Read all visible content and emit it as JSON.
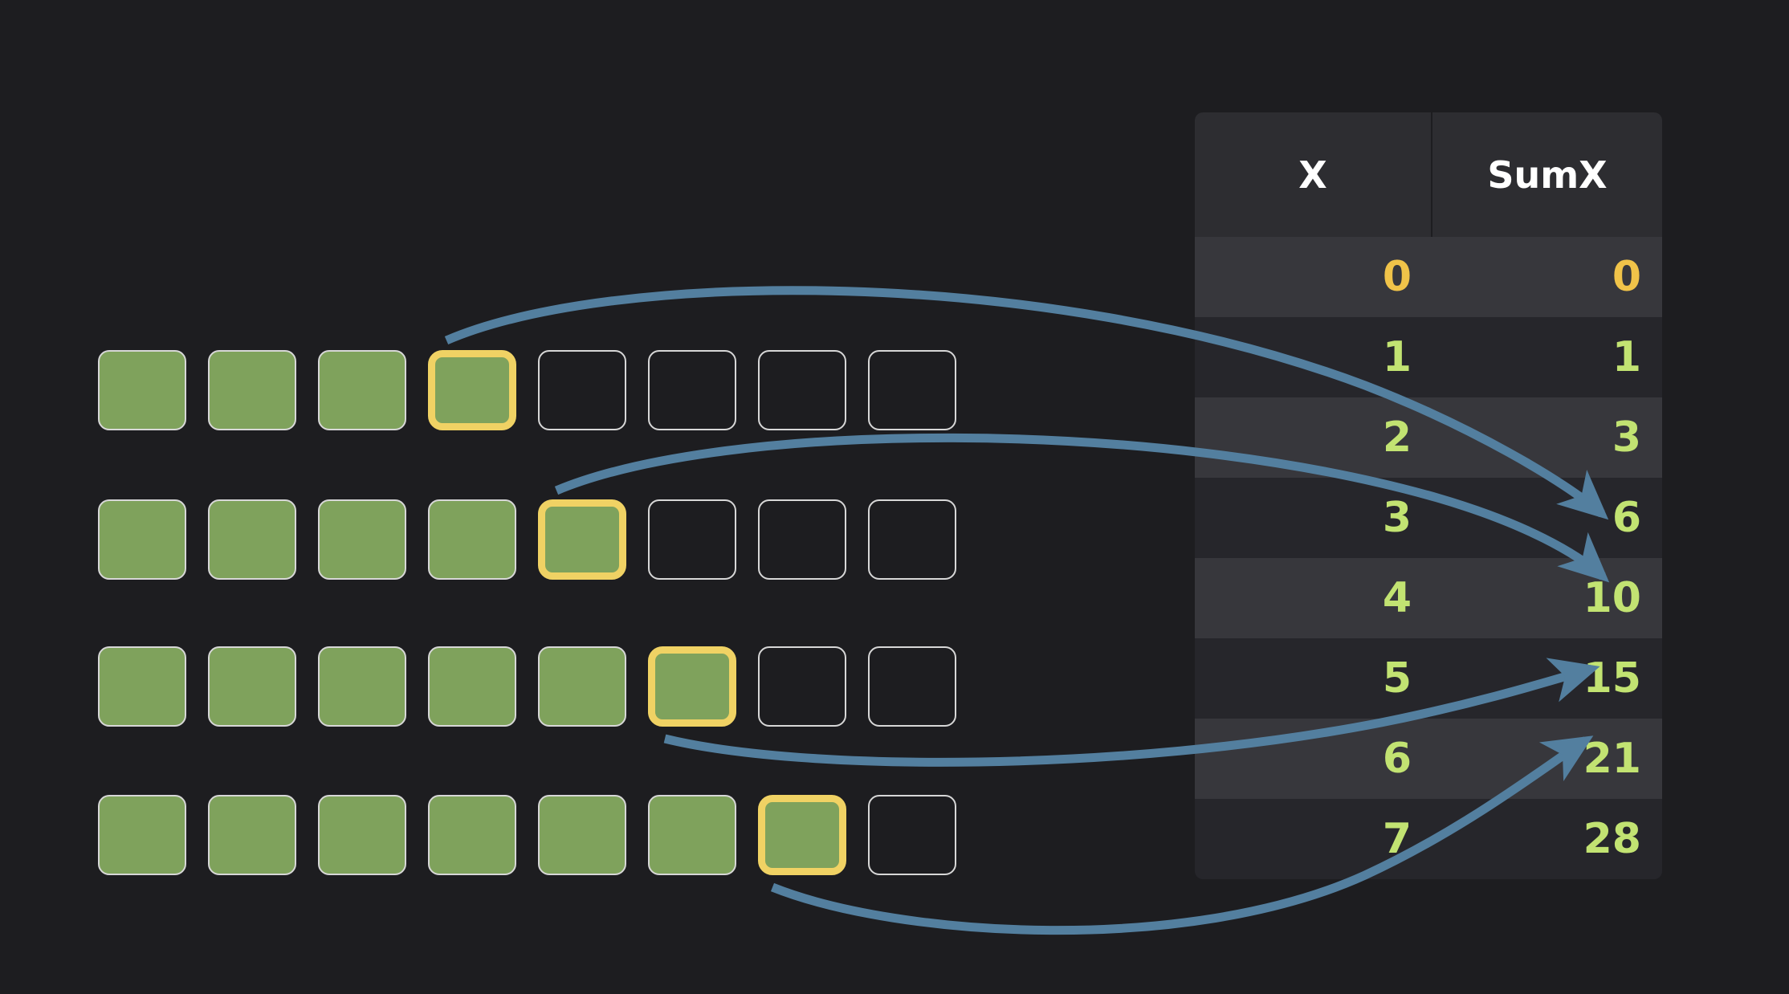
{
  "background_color": "#1d1d20",
  "palette": {
    "cell_fill": "#7fa25c",
    "cell_border": "#d7d7d7",
    "cell_highlight_border": "#f0d264",
    "arrow": "#537f9f",
    "value_green": "#c2e372",
    "value_gold": "#f0c349",
    "table_header_bg": "#2d2d31",
    "row_even_bg": "#37373c",
    "row_odd_bg": "#26262b"
  },
  "grid": {
    "columns": 8,
    "rows": [
      {
        "index": 0,
        "filled": 4,
        "current_index": 3
      },
      {
        "index": 1,
        "filled": 5,
        "current_index": 4
      },
      {
        "index": 2,
        "filled": 6,
        "current_index": 5
      },
      {
        "index": 3,
        "filled": 7,
        "current_index": 6
      }
    ]
  },
  "table": {
    "headers": [
      "X",
      "SumX"
    ],
    "rows": [
      {
        "x": "0",
        "sumx": "0",
        "style": "gold"
      },
      {
        "x": "1",
        "sumx": "1",
        "style": "green"
      },
      {
        "x": "2",
        "sumx": "3",
        "style": "green"
      },
      {
        "x": "3",
        "sumx": "6",
        "style": "green"
      },
      {
        "x": "4",
        "sumx": "10",
        "style": "green"
      },
      {
        "x": "5",
        "sumx": "15",
        "style": "green"
      },
      {
        "x": "6",
        "sumx": "21",
        "style": "green"
      },
      {
        "x": "7",
        "sumx": "28",
        "style": "green"
      }
    ]
  },
  "arrows": [
    {
      "from_row": 0,
      "from_cell": 3,
      "to_value": "6",
      "label": "row-1-to-sumx-6"
    },
    {
      "from_row": 1,
      "from_cell": 4,
      "to_value": "10",
      "label": "row-2-to-sumx-10"
    },
    {
      "from_row": 2,
      "from_cell": 5,
      "to_value": "15",
      "label": "row-3-to-sumx-15"
    },
    {
      "from_row": 3,
      "from_cell": 6,
      "to_value": "21",
      "label": "row-4-to-sumx-21"
    }
  ],
  "chart_data": {
    "type": "table",
    "title": "",
    "categories": [
      "0",
      "1",
      "2",
      "3",
      "4",
      "5",
      "6",
      "7"
    ],
    "series": [
      {
        "name": "X",
        "values": [
          0,
          1,
          2,
          3,
          4,
          5,
          6,
          7
        ]
      },
      {
        "name": "SumX",
        "values": [
          0,
          1,
          3,
          6,
          10,
          15,
          21,
          28
        ]
      }
    ],
    "bar_rows": [
      {
        "row": 1,
        "total_slots": 8,
        "filled": 4,
        "highlight_slot": 3
      },
      {
        "row": 2,
        "total_slots": 8,
        "filled": 5,
        "highlight_slot": 4
      },
      {
        "row": 3,
        "total_slots": 8,
        "filled": 6,
        "highlight_slot": 5
      },
      {
        "row": 4,
        "total_slots": 8,
        "filled": 7,
        "highlight_slot": 6
      }
    ],
    "annotations": [
      "row with 4 filled maps to SumX 6",
      "row with 5 filled maps to SumX 10",
      "row with 6 filled maps to SumX 15",
      "row with 7 filled maps to SumX 21"
    ],
    "xlabel": "",
    "ylabel": "",
    "grid": false,
    "legend": "none"
  }
}
